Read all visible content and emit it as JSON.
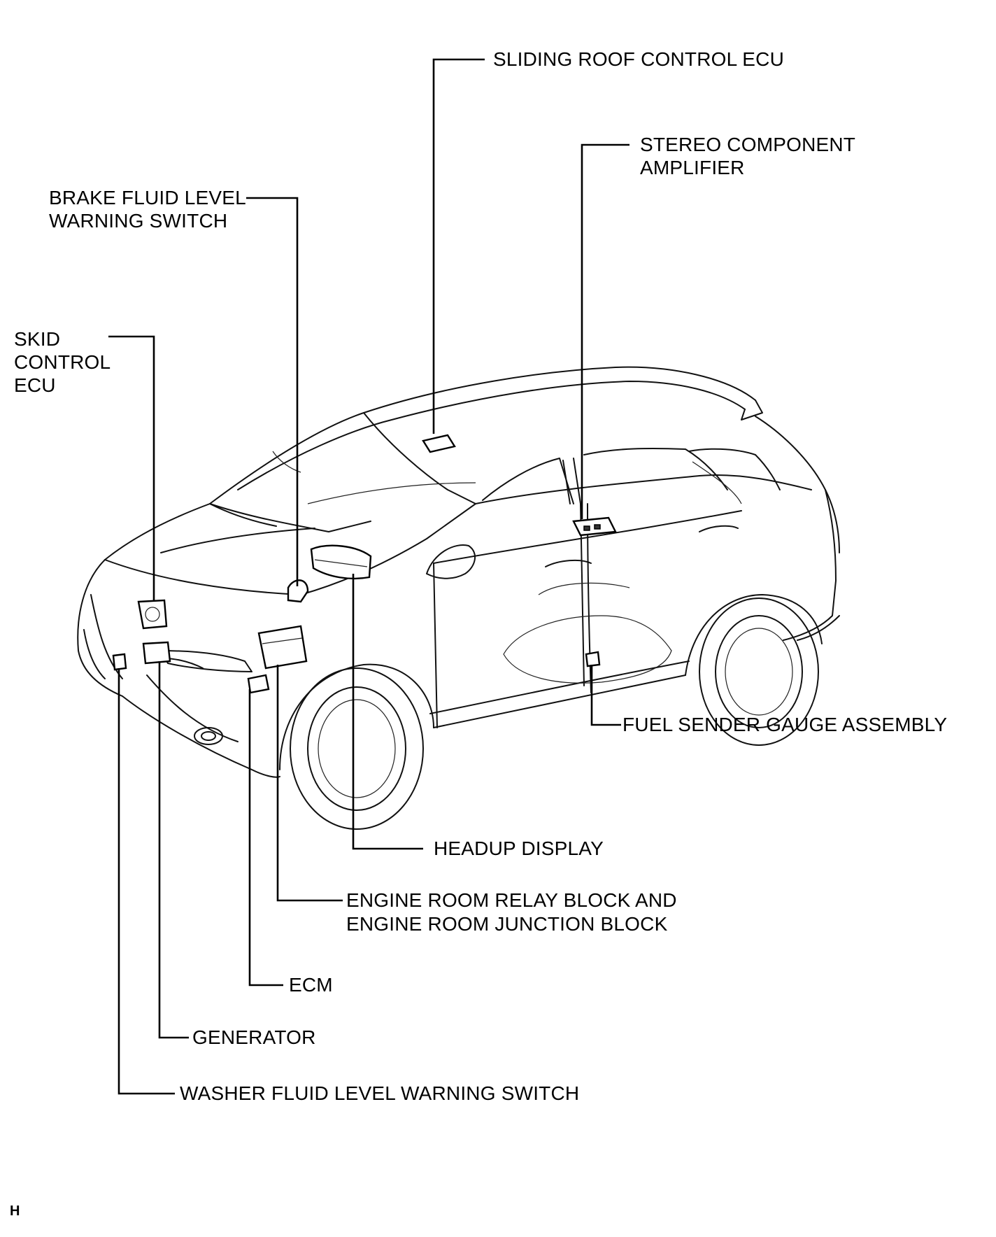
{
  "labels": {
    "sliding_roof": "SLIDING ROOF CONTROL ECU",
    "stereo_line1": "STEREO COMPONENT",
    "stereo_line2": "AMPLIFIER",
    "brake_line1": "BRAKE FLUID LEVEL",
    "brake_line2": "WARNING SWITCH",
    "skid_line1": "SKID",
    "skid_line2": "CONTROL",
    "skid_line3": "ECU",
    "fuel_sender": "FUEL SENDER GAUGE ASSEMBLY",
    "headup": "HEADUP DISPLAY",
    "engine_line1": "ENGINE ROOM RELAY BLOCK AND",
    "engine_line2": "ENGINE ROOM JUNCTION BLOCK",
    "ecm": "ECM",
    "generator": "GENERATOR",
    "washer": "WASHER FLUID LEVEL WARNING SWITCH"
  },
  "corner_code": "H"
}
